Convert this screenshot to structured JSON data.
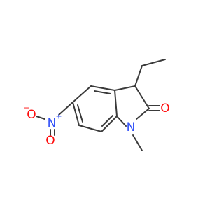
{
  "molecule": {
    "atoms": {
      "carbonyl_oxygen": {
        "text": "O",
        "color": "#ff0d0d"
      },
      "ring_nitrogen": {
        "text": "N",
        "color": "#3050f8"
      },
      "nitro_nitrogen": {
        "text": "N",
        "color": "#3050f8",
        "charge": "+"
      },
      "nitro_oxygen_left": {
        "text": "O",
        "color": "#ff0d0d",
        "charge": "−"
      },
      "nitro_oxygen_bottom": {
        "text": "O",
        "color": "#ff0d0d"
      }
    },
    "colors": {
      "bond": "#3a3a3a",
      "background": "#ffffff"
    }
  }
}
